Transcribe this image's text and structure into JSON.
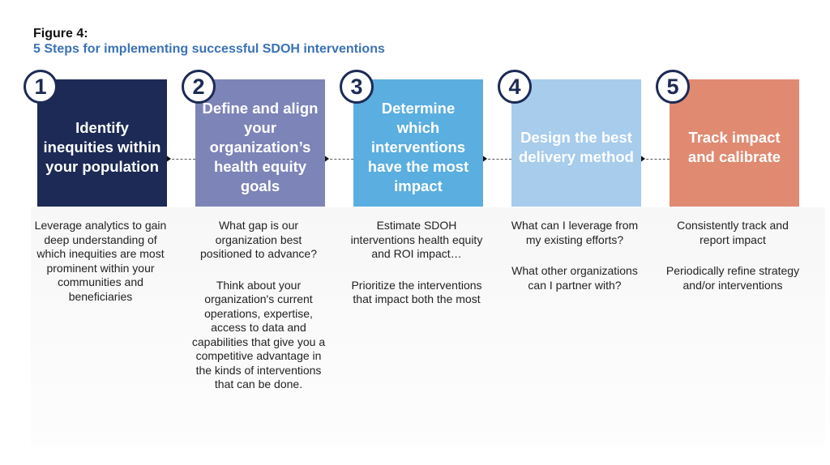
{
  "figure": {
    "label": "Figure 4:",
    "title": "5 Steps for implementing successful SDOH interventions"
  },
  "steps": [
    {
      "number": "1",
      "title": "Identify inequities within your population",
      "color": "#1c2a55",
      "texts": [
        "Leverage analytics to gain deep understanding of which inequities are most prominent within your communities and beneficiaries"
      ]
    },
    {
      "number": "2",
      "title": "Define and align your organization’s health equity goals",
      "color": "#7d84b8",
      "texts": [
        "What gap is our organization best positioned to advance?",
        "Think about your organization's current operations, expertise, access to data and capabilities that give you a competitive advantage in the kinds of interventions that can be done."
      ]
    },
    {
      "number": "3",
      "title": "Determine which interventions have the most impact",
      "color": "#5aaee0",
      "texts": [
        "Estimate SDOH interventions health equity and ROI impact…",
        "Prioritize the interventions that impact both the most"
      ]
    },
    {
      "number": "4",
      "title": "Design the best delivery method",
      "color": "#a7ccec",
      "texts": [
        "What can I leverage from my existing efforts?",
        "What other organizations can I partner with?"
      ]
    },
    {
      "number": "5",
      "title": "Track impact and calibrate",
      "color": "#e08a72",
      "texts": [
        "Consistently track and report impact",
        "Periodically refine strategy and/or interventions"
      ]
    }
  ]
}
